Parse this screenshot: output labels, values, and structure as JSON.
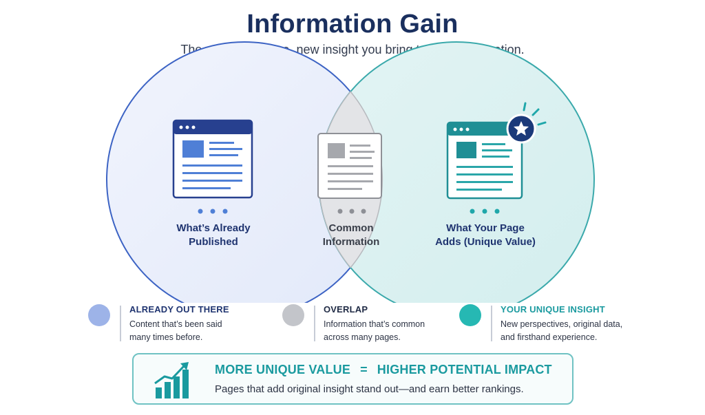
{
  "title": "Information Gain",
  "subtitle": "The value of unique, new insight you bring to the conversation.",
  "venn": {
    "left": {
      "line1": "What’s Already",
      "line2": "Published"
    },
    "middle": {
      "line1": "Common",
      "line2": "Information"
    },
    "right": {
      "line1": "What Your Page",
      "line2": "Adds (Unique Value)"
    }
  },
  "legend": [
    {
      "heading": "ALREADY OUT THERE",
      "line1": "Content that’s been said",
      "line2": "many times before.",
      "color": "#9db3e8",
      "head_color": "#1f3470"
    },
    {
      "heading": "OVERLAP",
      "line1": "Information that’s common",
      "line2": "across many pages.",
      "color": "#c3c5ca",
      "head_color": "#1f2a44"
    },
    {
      "heading": "YOUR UNIQUE INSIGHT",
      "line1": "New perspectives, original data,",
      "line2": "and firsthand experience.",
      "color": "#26b8b3",
      "head_color": "#1a9a9f"
    }
  ],
  "impact": {
    "left": "MORE UNIQUE VALUE",
    "eq": "=",
    "right": "HIGHER POTENTIAL IMPACT",
    "description": "Pages that add original insight stand out—and earn better rankings."
  },
  "colors": {
    "navy": "#1a2f5e",
    "blue": "#2f55b5",
    "teal": "#1a9a9f",
    "gray": "#9a9ca3"
  }
}
